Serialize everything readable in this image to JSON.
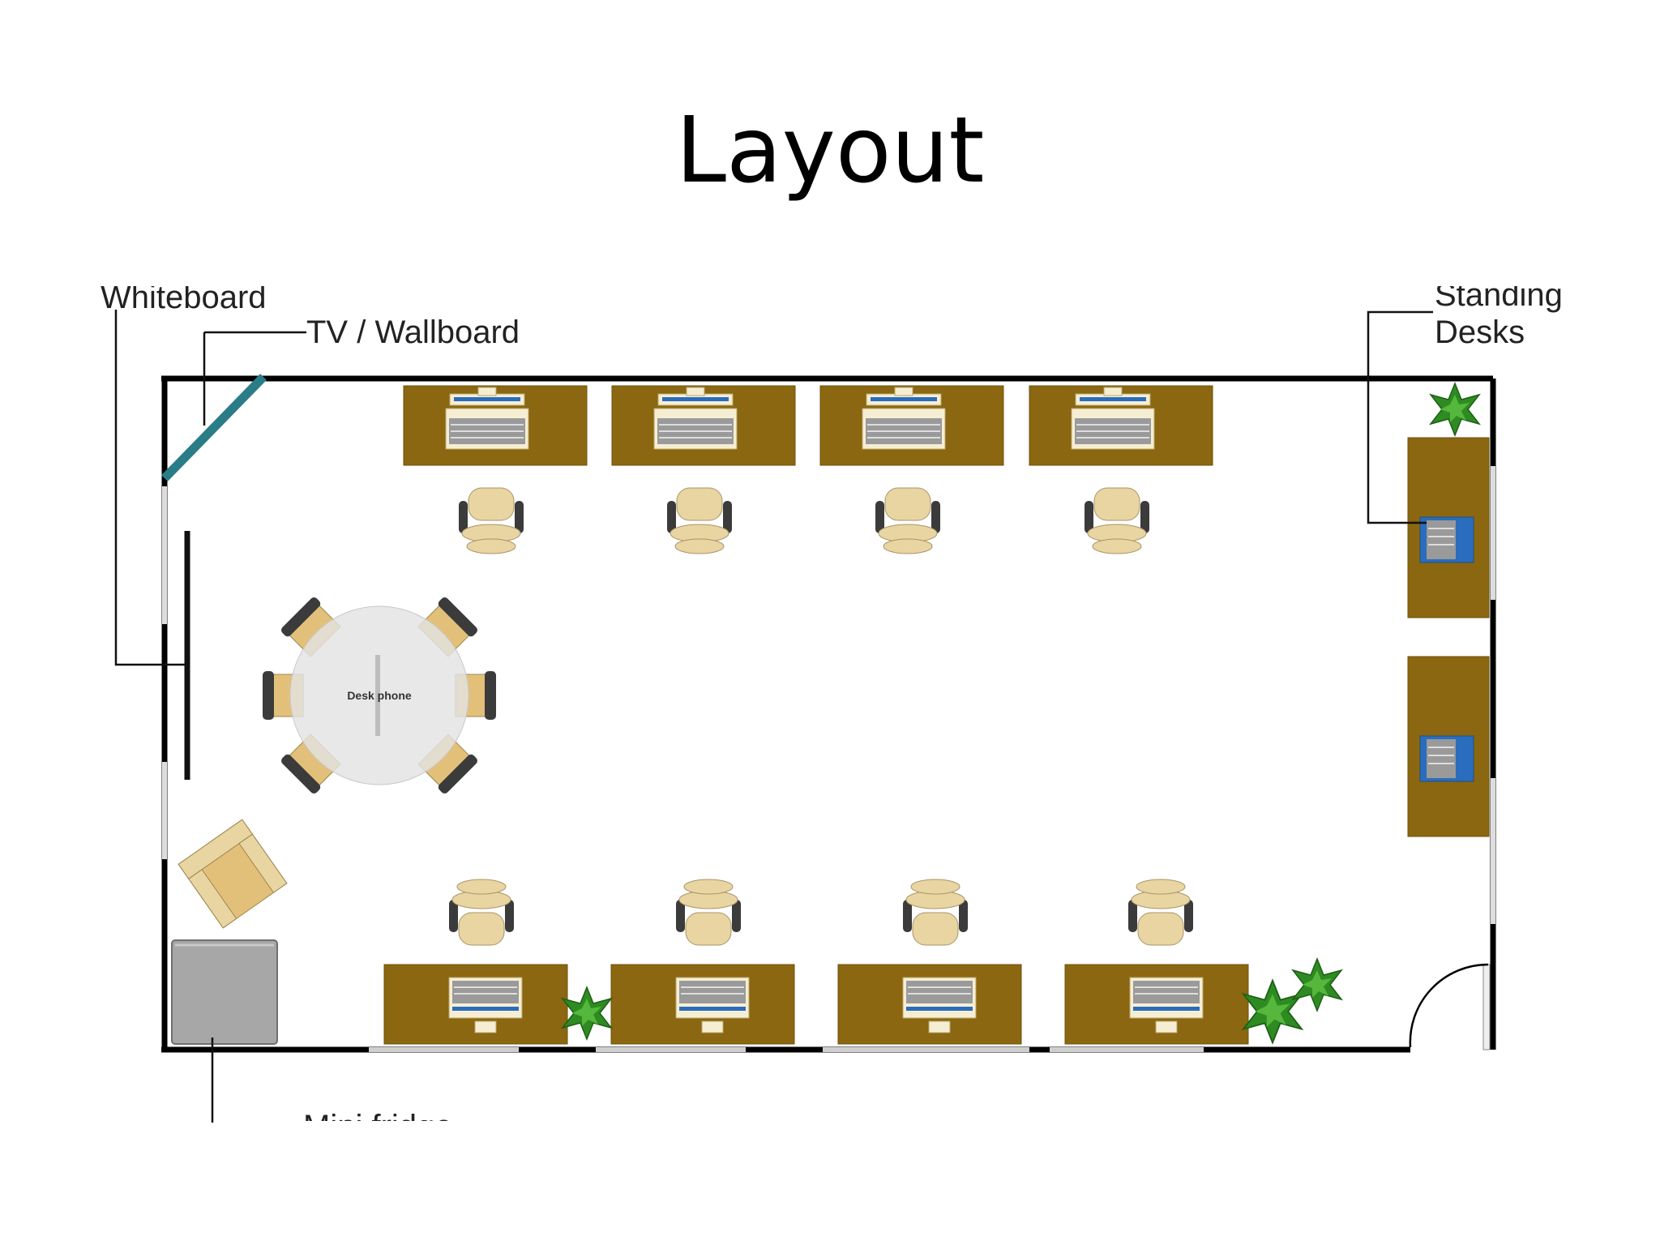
{
  "title": "Layout",
  "labels": {
    "whiteboard": "Whiteboard",
    "tv_wallboard": "TV / Wallboard",
    "standing_desks_line1": "Standing",
    "standing_desks_line2": "Desks",
    "desk_phone": "Desk phone",
    "mini_fridge": "Mini fridge"
  },
  "colors": {
    "desk": "#8a6710",
    "chair": "#e9d5a2",
    "chair_arm": "#3b3b3b",
    "wall": "#000000",
    "tv": "#2a7d86",
    "plant": "#2e8b22",
    "monitor": "#2a6dbd",
    "fridge": "#a7a7a7",
    "table": "#e3e3e3"
  }
}
